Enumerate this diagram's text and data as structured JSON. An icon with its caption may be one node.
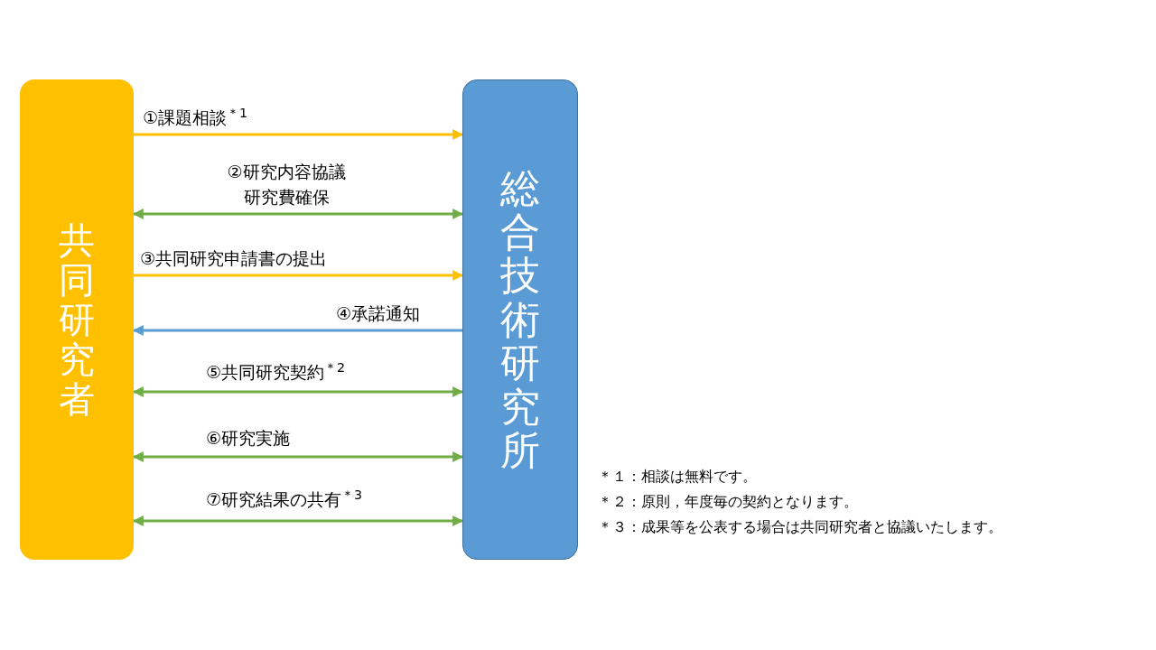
{
  "diagram": {
    "nodes": [
      {
        "text": [
          "共同研究者"
        ]
      },
      {
        "text": [
          "総合技術研究所"
        ]
      }
    ],
    "edges": [
      {
        "from": 0,
        "to": 1,
        "arrow": "to",
        "label": "①課題相談$^{＊1}$",
        "color": "#ffc000"
      },
      {
        "from": 0,
        "to": 1,
        "arrow": "both",
        "label": "②研究内容協議研究費確保"
      },
      {
        "from": 0,
        "to": 1,
        "arrow": "to",
        "label": "③共同研究申請書の提出",
        "color": "#ffc000"
      },
      {
        "from": 1,
        "to": 0,
        "arrow": "to",
        "label": "④承諾通知",
        "color": "#5b9bd5"
      },
      {
        "from": 0,
        "to": 1,
        "arrow": "both",
        "label": "⑤共同研究契約$^{＊2}$"
      },
      {
        "from": 0,
        "to": 1,
        "arrow": "both",
        "label": "⑥研究実施"
      },
      {
        "from": 0,
        "to": 1,
        "arrow": "both",
        "label": "⑦研究結果の共有$^{＊3}$"
      }
    ],
    "labels": [
      "＊１：相談は無料です。",
      "＊２：原則，年度毎の契約となります。",
      "＊３：成果等を公表する場合は共同研究者と協議いたします。"
    ]
  }
}
